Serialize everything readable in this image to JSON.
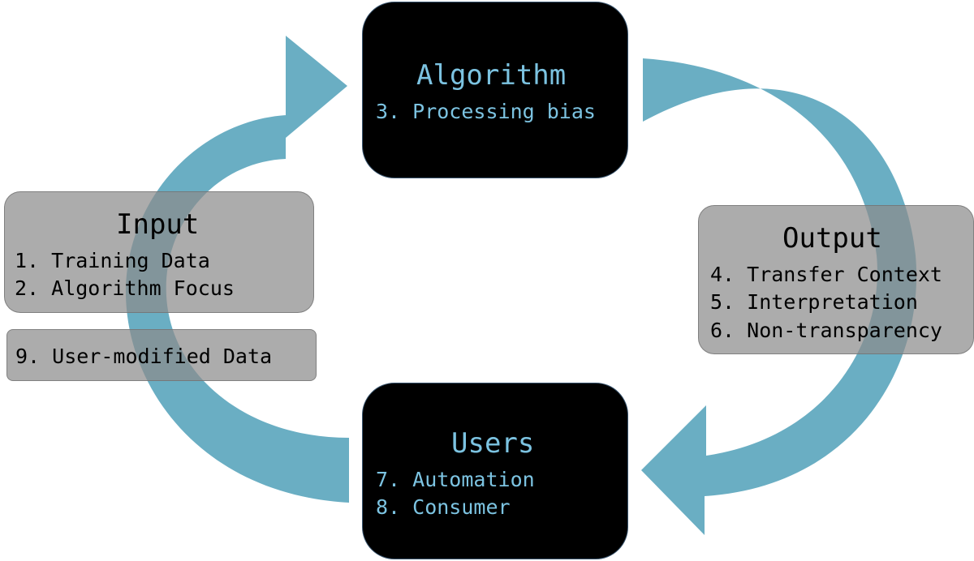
{
  "colors": {
    "arrow": "#6aaec3",
    "dark_box": "#000000",
    "accent_text": "#7cc3e1",
    "grey_box": "#8c8c8c"
  },
  "algorithm": {
    "title": "Algorithm",
    "items": [
      "3. Processing bias"
    ]
  },
  "output": {
    "title": "Output",
    "items": [
      "4. Transfer Context",
      "5. Interpretation",
      "6. Non-transparency"
    ]
  },
  "users": {
    "title": "Users",
    "items": [
      "7. Automation",
      "8. Consumer"
    ]
  },
  "input": {
    "title": "Input",
    "items": [
      "1. Training Data",
      "2. Algorithm Focus"
    ]
  },
  "feedback": {
    "items": [
      "9. User-modified Data"
    ]
  }
}
